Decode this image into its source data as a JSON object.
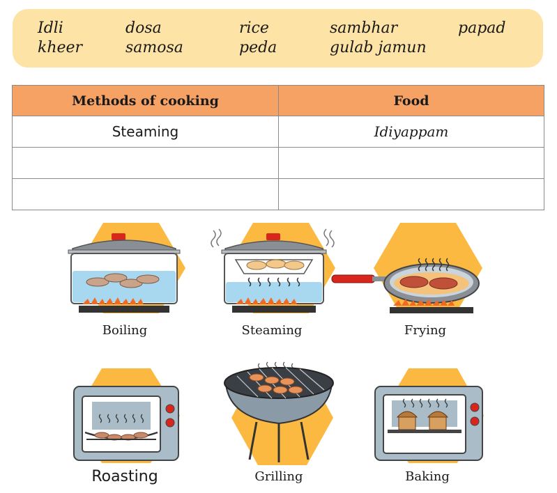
{
  "word_box": {
    "words": [
      "Idli",
      "dosa",
      "rice",
      "sambhar",
      "papad",
      "kheer",
      "samosa",
      "peda",
      "gulab jamun"
    ]
  },
  "table": {
    "headers": [
      "Methods of cooking",
      "Food"
    ],
    "rows": [
      [
        "Steaming",
        "Idiyappam"
      ],
      [
        "",
        ""
      ],
      [
        "",
        ""
      ]
    ]
  },
  "methods": [
    {
      "label": "Boiling",
      "icon": "boiling-pot-icon"
    },
    {
      "label": "Steaming",
      "icon": "steamer-icon"
    },
    {
      "label": "Frying",
      "icon": "frying-pan-icon"
    },
    {
      "label": "Roasting",
      "icon": "roasting-oven-icon"
    },
    {
      "label": "Grilling",
      "icon": "grill-icon"
    },
    {
      "label": "Baking",
      "icon": "baking-oven-icon"
    }
  ],
  "colors": {
    "word_box_bg": "#fde3a6",
    "table_header_bg": "#f6a265",
    "hexagon": "#fbb941",
    "water": "#a7d8ef",
    "flame": "#f06a25",
    "lid_handle": "#d9261c"
  }
}
